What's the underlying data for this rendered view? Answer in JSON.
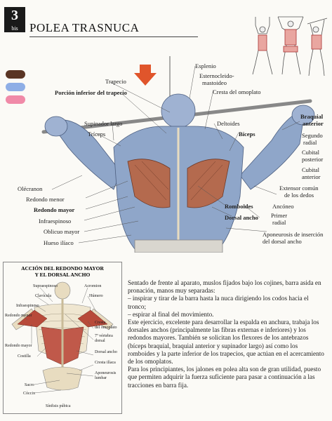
{
  "header": {
    "number": "3",
    "suffix": "bis",
    "title": "POLEA TRASNUCA"
  },
  "colors": {
    "muscle": "#b46a4e",
    "skin": "#8fa6c9",
    "bone": "#e8dcc0",
    "arrow": "#e0552b",
    "dot1": "#5a3524",
    "dot2": "#8eaee6",
    "dot3": "#f08aa8"
  },
  "labels": {
    "esplenio": "Esplenio",
    "esternocleido": "Esternocleido-",
    "mastoideo": "mastoideo",
    "trapecio": "Trapecio",
    "porcion": "Porción inferior del trapecio",
    "cresta_omoplato": "Cresta del omoplato",
    "braquial": "Braquial",
    "anterior": "anterior",
    "supinador": "Supinador largo",
    "triceps": "Tríceps",
    "deltoides": "Deltoides",
    "biceps": "Bíceps",
    "segundo": "Segundo",
    "radial": "radial",
    "cubital_post1": "Cubital",
    "cubital_post2": "posterior",
    "cubital_ant1": "Cubital",
    "cubital_ant2": "anterior",
    "extensor1": "Extensor común",
    "extensor2": "de los dedos",
    "olecranon": "Olécranon",
    "redondo_menor": "Redondo menor",
    "redondo_mayor": "Redondo mayor",
    "infraespinoso": "Infraespinoso",
    "oblicuo": "Oblicuo mayor",
    "hueso_iliaco": "Hueso ilíaco",
    "romboides": "Romboides",
    "dorsal_ancho": "Dorsal ancho",
    "anconeo": "Ancóneo",
    "primer1": "Primer",
    "primer2": "radial",
    "aponeurosis1": "Aponeurosis de inserción",
    "aponeurosis2": "del dorsal ancho"
  },
  "inset": {
    "title1": "ACCIÓN DEL REDONDO MAYOR",
    "title2": "Y EL DORSAL ANCHO",
    "supraespinoso": "Supraespinoso",
    "acromion": "Acromion",
    "clavicula": "Clavícula",
    "humero": "Húmero",
    "infraespinoso": "Infraespinoso",
    "redondo_menor": "Redondo menor",
    "redondo_mayor": "Redondo mayor",
    "cresta1": "Cresta",
    "cresta2": "del omoplato",
    "vertebra1": "7ª vértebra",
    "vertebra2": "dorsal",
    "costilla": "Costilla",
    "dorsal_ancho": "Dorsal ancho",
    "cresta_iliaca": "Cresta ilíaca",
    "aponeurosis1": "Aponeurosis",
    "aponeurosis2": "lumbar",
    "sacro": "Sacro",
    "coccix": "Cóccix",
    "sinfisis": "Sínfisis púbica"
  },
  "text": {
    "p1": "Sentado de frente al aparato, muslos fijados bajo los cojines, barra asida en pronación, manos muy separadas:",
    "p2": "– inspirar y tirar de la barra hasta la nuca dirigiendo los codos hacia el tronco;",
    "p3": "– espirar al final del movimiento.",
    "p4": "Este ejercicio, excelente para desarrollar la espalda en anchura, trabaja los dorsales anchos (principalmente las fibras externas e inferiores) y los redondos mayores. También se solicitan los flexores de los antebrazos (bíceps braquial, braquial anterior y supinador largo) así como los romboides y la parte inferior de los trapecios, que actúan en el acercamiento de los omoplatos.",
    "p5": "Para los principiantes, los jalones en polea alta son de gran utilidad, puesto que permiten adquirir la fuerza suficiente para pasar a continuación a las tracciones en barra fija."
  }
}
